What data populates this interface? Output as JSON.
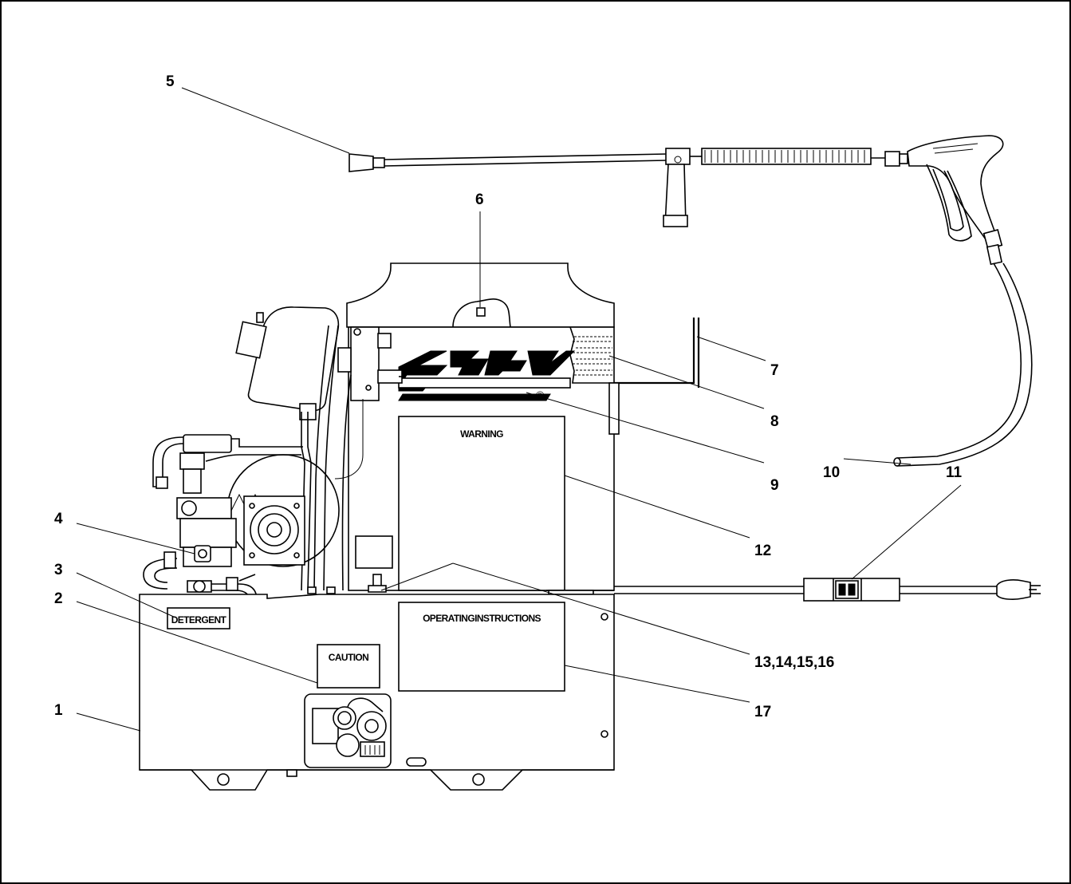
{
  "labels": {
    "warning": "WARNING",
    "operating_instructions": "OPERATINGINSTRUCTIONS",
    "caution": "CAUTION",
    "detergent": "DETERGENT",
    "registered_mark": "®"
  },
  "callouts": [
    {
      "id": "c1",
      "text": "1"
    },
    {
      "id": "c2",
      "text": "2"
    },
    {
      "id": "c3",
      "text": "3"
    },
    {
      "id": "c4",
      "text": "4"
    },
    {
      "id": "c5",
      "text": "5"
    },
    {
      "id": "c6",
      "text": "6"
    },
    {
      "id": "c7",
      "text": "7"
    },
    {
      "id": "c8",
      "text": "8"
    },
    {
      "id": "c9",
      "text": "9"
    },
    {
      "id": "c10",
      "text": "10"
    },
    {
      "id": "c11",
      "text": "11"
    },
    {
      "id": "c12",
      "text": "12"
    },
    {
      "id": "c13",
      "text": "13,14,15,16"
    },
    {
      "id": "c17",
      "text": "17"
    }
  ],
  "colors": {
    "line": "#000000",
    "background": "#ffffff"
  }
}
